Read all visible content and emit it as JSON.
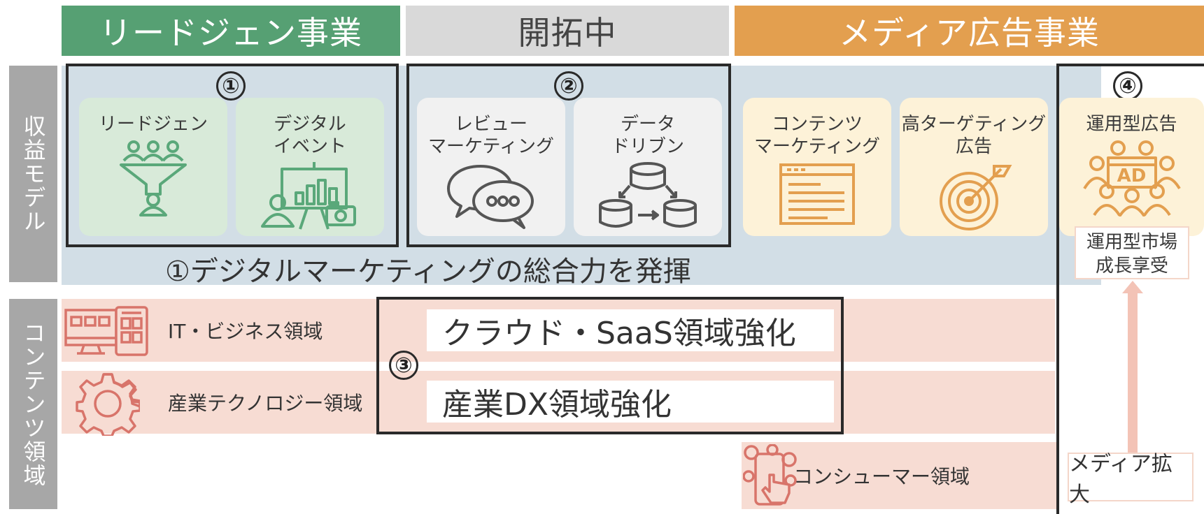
{
  "headers": {
    "leadgen": "リードジェン事業",
    "pioneering": "開拓中",
    "media_ad": "メディア広告事業"
  },
  "side_labels": {
    "revenue_model": "収益モデル",
    "content_domain": "コンテンツ領域"
  },
  "group_numbers": {
    "g1": "①",
    "g2": "②",
    "g3": "③",
    "g4": "④"
  },
  "cards": {
    "leadgen": "リードジェン",
    "digital_event": "デジタル\nイベント",
    "review_marketing": "レビュー\nマーケティング",
    "data_driven": "データ\nドリブン",
    "content_marketing": "コンテンツ\nマーケティング",
    "high_targeting": "高ターゲティング\n広告",
    "operational_ad": "運用型広告"
  },
  "ad_icon_text": "AD",
  "synergy_caption": "①デジタルマーケティングの総合力を発揮",
  "market_growth": "運用型市場\n成長享受",
  "domains": {
    "it_business": "IT・ビジネス領域",
    "industrial_tech": "産業テクノロジー領域",
    "consumer": "コンシューマー領域"
  },
  "strengthen": {
    "cloud_saas": "クラウド・SaaS領域強化",
    "industrial_dx": "産業DX領域強化"
  },
  "media_expansion": "メディア拡大",
  "colors": {
    "green_header": "#56a073",
    "gray_header": "#d9d9d9",
    "orange_header": "#e39f4f",
    "revenue_band": "#d2dee6",
    "content_band": "#f7dcd3",
    "green_icon": "#5aa87a",
    "orange_icon": "#e39f4f",
    "red_icon": "#d8746a",
    "gray_icon": "#555555"
  }
}
